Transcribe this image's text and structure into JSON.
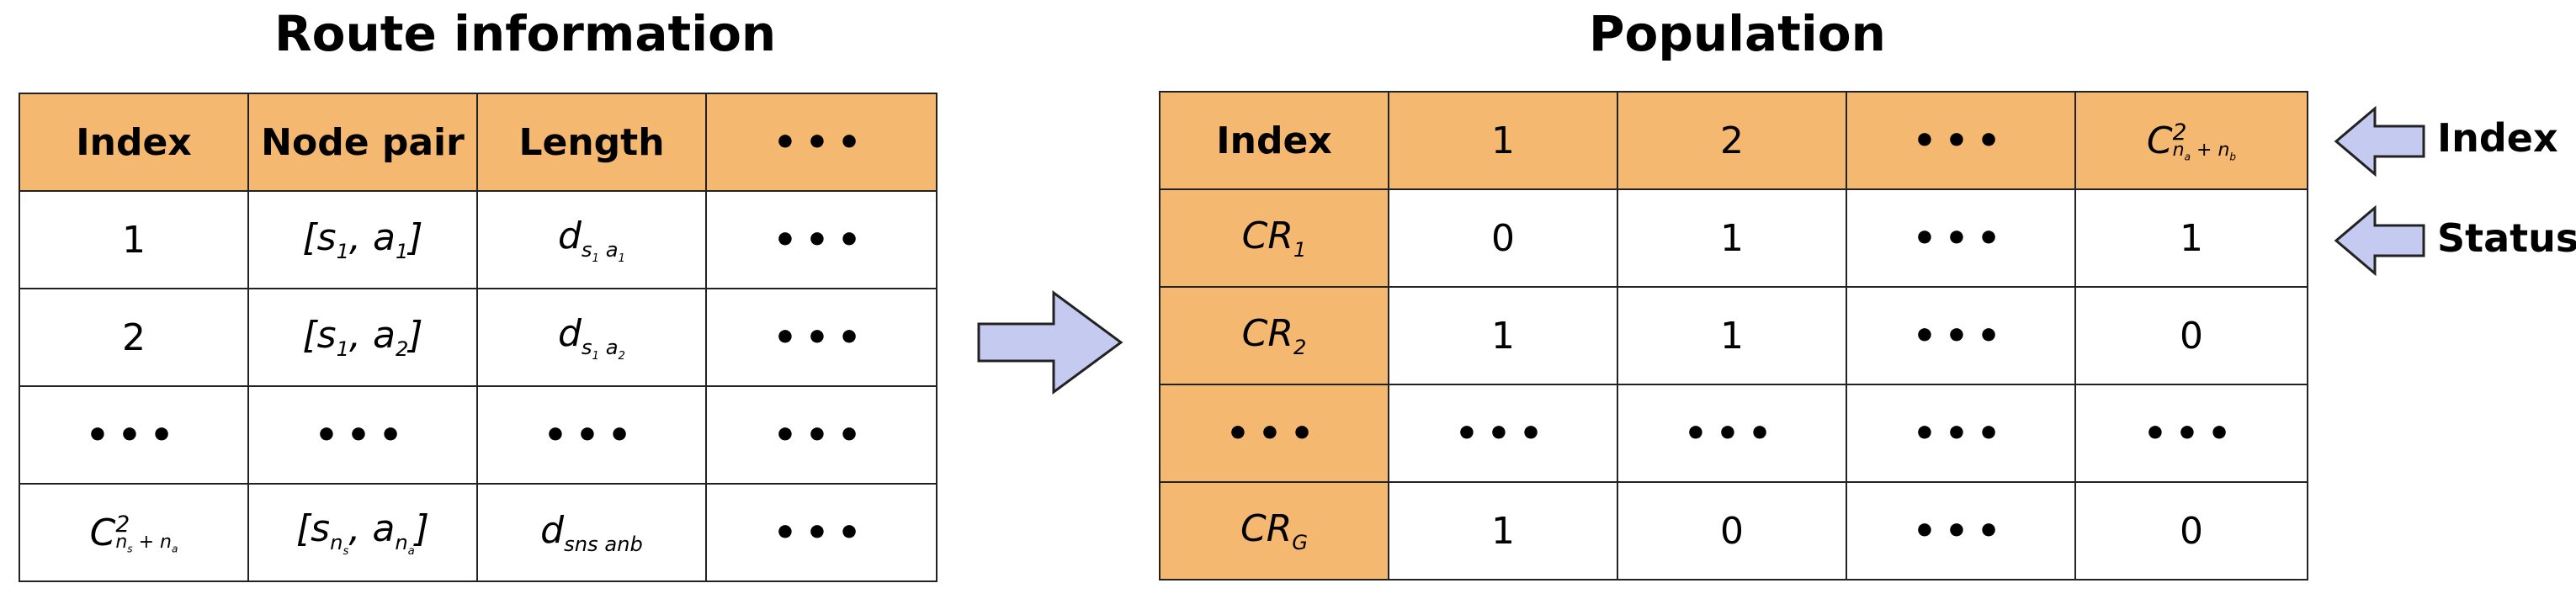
{
  "left": {
    "title": "Route information",
    "headers": [
      "Index",
      "Node pair",
      "Length",
      "•••"
    ],
    "rows": [
      {
        "index": "1",
        "pair_s": "s",
        "pair_ssub": "1",
        "pair_a": "a",
        "pair_asub": "1",
        "len_sub1": "s",
        "len_sub1b": "1",
        "len_sub2": "a",
        "len_sub2b": "1",
        "more": "•••"
      },
      {
        "index": "2",
        "pair_s": "s",
        "pair_ssub": "1",
        "pair_a": "a",
        "pair_asub": "2",
        "len_sub1": "s",
        "len_sub1b": "1",
        "len_sub2": "a",
        "len_sub2b": "2",
        "more": "•••"
      }
    ],
    "dots_row": [
      "•••",
      "•••",
      "•••",
      "•••"
    ],
    "last_row": {
      "comb_base": "C",
      "comb_sup": "2",
      "comb_sub": "n",
      "comb_sub1": "s",
      "comb_plus": "+",
      "comb_sub2": "n",
      "comb_sub2b": "a",
      "pair_s": "s",
      "pair_ssub": "n",
      "pair_ssub2": "s",
      "pair_a": "a",
      "pair_asub": "n",
      "pair_asub2": "a",
      "len_base": "d",
      "len_sub": "sns anb",
      "more": "•••"
    }
  },
  "right": {
    "title": "Population",
    "headers": [
      "Index",
      "1",
      "2",
      "•••"
    ],
    "header_comb": {
      "base": "C",
      "sup": "2",
      "sub": "n",
      "sub1": "a",
      "plus": "+",
      "sub2": "n",
      "sub2b": "b"
    },
    "rows": [
      {
        "label_base": "CR",
        "label_sub": "1",
        "values": [
          "0",
          "1",
          "•••",
          "1"
        ]
      },
      {
        "label_base": "CR",
        "label_sub": "2",
        "values": [
          "1",
          "1",
          "•••",
          "0"
        ]
      },
      {
        "label_base": "•••",
        "label_sub": "",
        "values": [
          "•••",
          "•••",
          "•••",
          "•••"
        ]
      },
      {
        "label_base": "CR",
        "label_sub": "G",
        "values": [
          "1",
          "0",
          "•••",
          "0"
        ]
      }
    ]
  },
  "side_labels": {
    "index": "Index",
    "status": "Status"
  },
  "colors": {
    "header_fill": "#f5b870",
    "arrow_fill": "#c5cbf0",
    "arrow_stroke": "#222222"
  }
}
